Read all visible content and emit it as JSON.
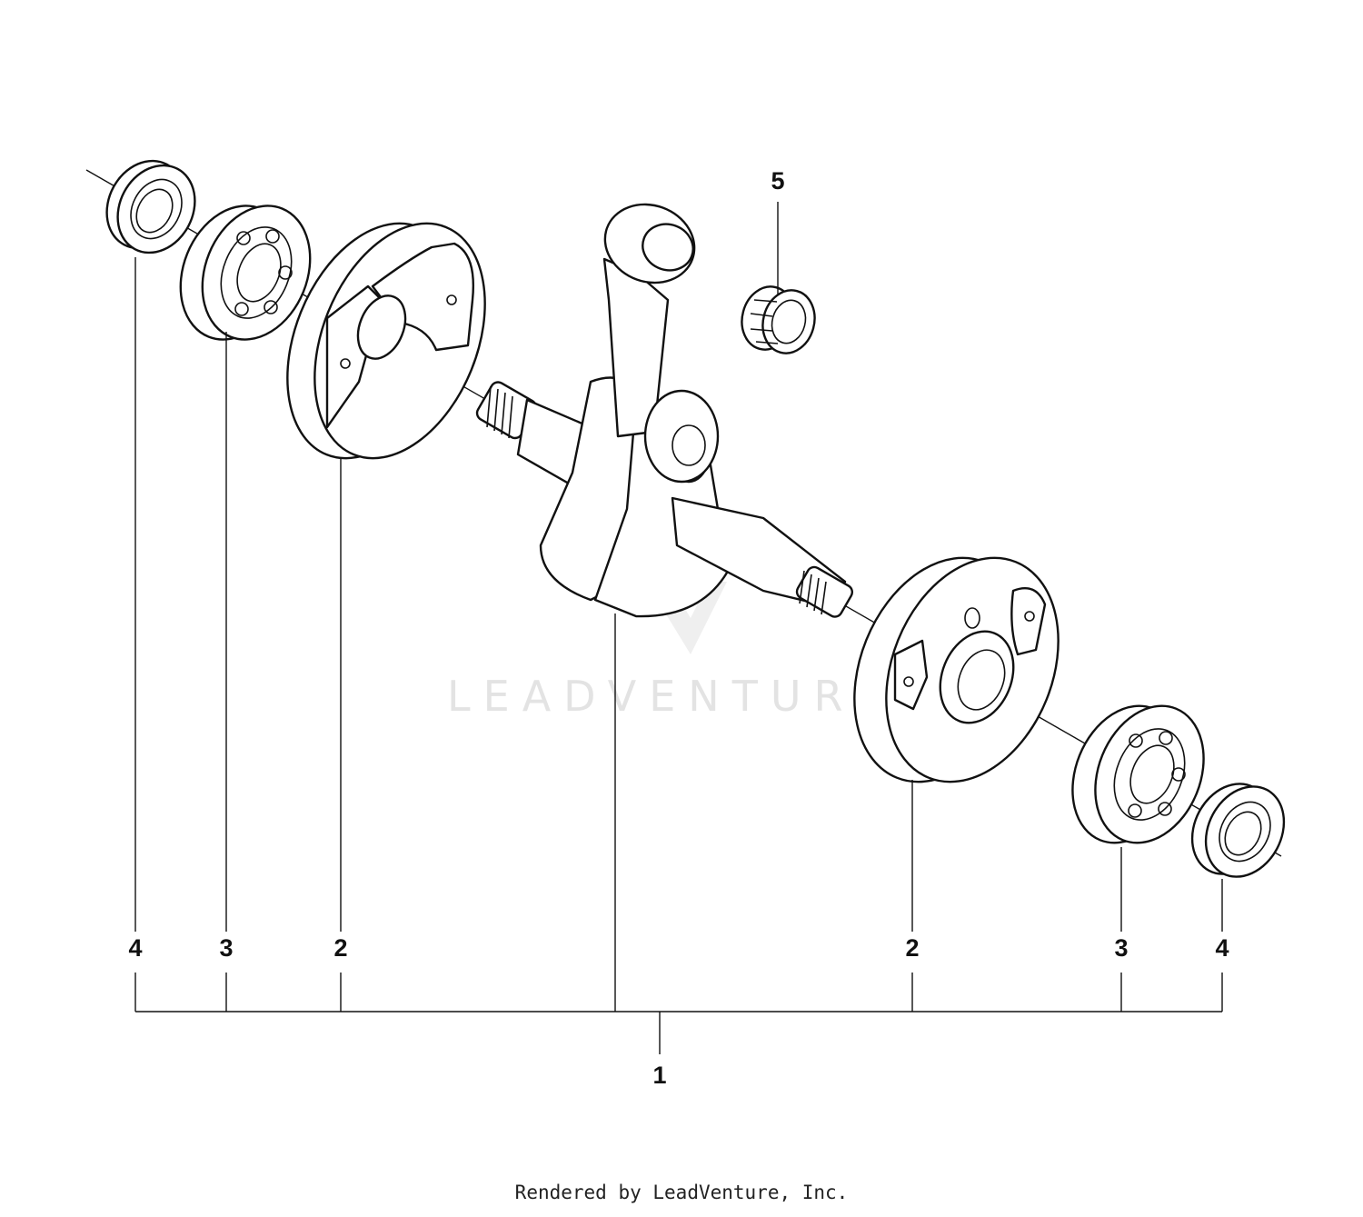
{
  "diagram": {
    "callouts": {
      "assembly": "1",
      "left_flywheel": "2",
      "left_bearing": "3",
      "left_seal": "4",
      "right_flywheel": "2",
      "right_bearing": "3",
      "right_seal": "4",
      "needle_bearing": "5"
    },
    "watermark": "LEADVENTURE"
  },
  "footer": {
    "text": "Rendered by LeadVenture, Inc."
  }
}
